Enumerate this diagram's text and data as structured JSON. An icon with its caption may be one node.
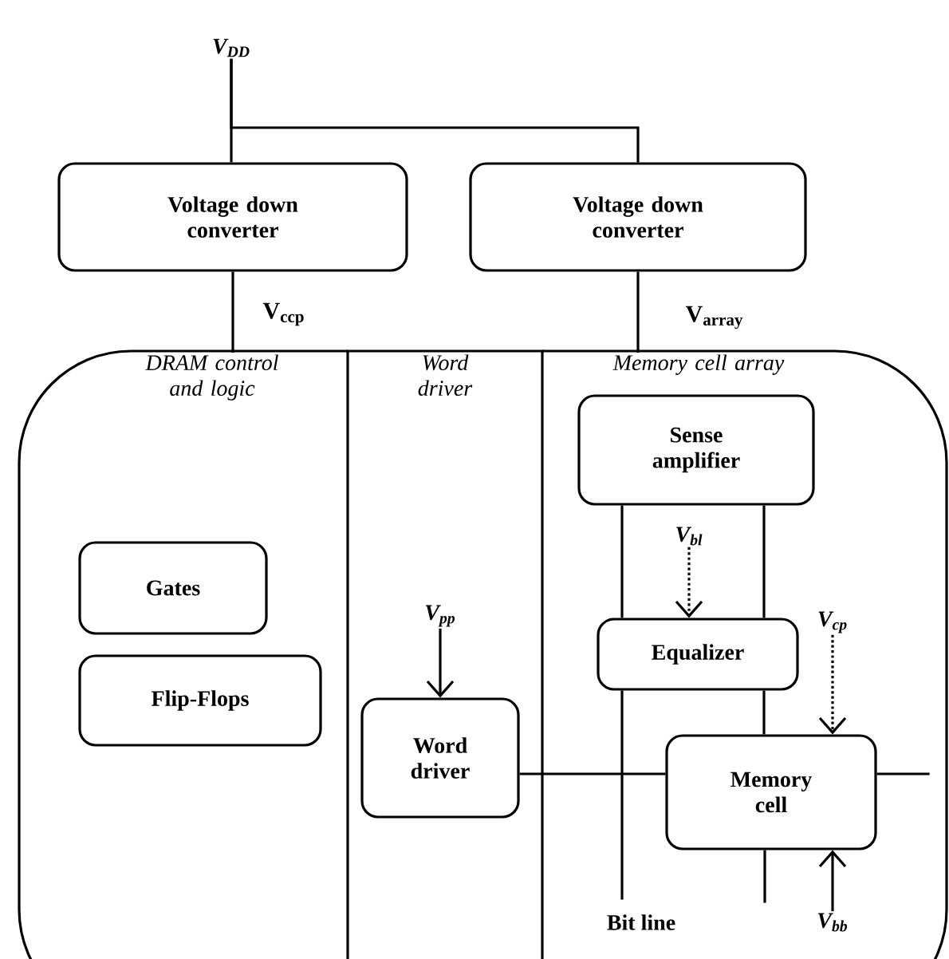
{
  "diagram": {
    "nodes": [
      {
        "text": [
          "V$_{DD}$"
        ]
      },
      {
        "text": [
          "Voltage down converter"
        ]
      },
      {
        "text": [
          "Voltage down converter"
        ]
      },
      {
        "text": [
          "DRAM control and logic"
        ]
      },
      {
        "text": [
          "Word driver"
        ]
      },
      {
        "text": [
          "Memory cell array"
        ]
      },
      {
        "text": [
          "Gates"
        ],
        "in": 3
      },
      {
        "text": [
          "Flip-Flops"
        ],
        "in": 3
      },
      {
        "text": [
          "Word driver"
        ],
        "in": 4
      },
      {
        "text": [
          "Sense amplifier"
        ],
        "in": 5
      },
      {
        "text": [
          "Equalizer"
        ],
        "in": 5
      },
      {
        "text": [
          "Memory cell"
        ],
        "in": 5
      },
      {
        "text": [
          "V$_{pp}$"
        ],
        "in": 4
      },
      {
        "text": [
          "V$_{bl}$"
        ],
        "in": 5
      },
      {
        "text": [
          "V$_{cp}$"
        ],
        "in": 5
      },
      {
        "text": [
          "V$_{bb}$"
        ],
        "in": 5
      }
    ],
    "edges": [
      {
        "from": 0,
        "to": 1,
        "arrow": "none"
      },
      {
        "from": 0,
        "to": 2,
        "arrow": "none"
      },
      {
        "from": 1,
        "to": 3,
        "arrow": "none",
        "label": "V$_{ccp}$"
      },
      {
        "from": 2,
        "to": 5,
        "arrow": "none",
        "label": "V$_{array}$"
      },
      {
        "from": 12,
        "to": 8,
        "arrow": "to"
      },
      {
        "from": 13,
        "to": 10,
        "arrow": "to",
        "style": "dashed"
      },
      {
        "from": 14,
        "to": 11,
        "arrow": "to",
        "style": "dashed"
      },
      {
        "from": 15,
        "to": 11,
        "arrow": "to"
      },
      {
        "from": 9,
        "to": 10,
        "arrow": "none"
      },
      {
        "from": 9,
        "to": 10,
        "arrow": "none"
      },
      {
        "from": 10,
        "to": 11,
        "arrow": "none"
      },
      {
        "from": 10,
        "to": null,
        "arrow": "none"
      },
      {
        "from": 8,
        "to": 11,
        "arrow": "none"
      },
      {
        "from": 11,
        "to": null,
        "arrow": "none"
      },
      {
        "from": 11,
        "to": null,
        "arrow": "none"
      }
    ],
    "labels": [
      "Bit line"
    ]
  }
}
